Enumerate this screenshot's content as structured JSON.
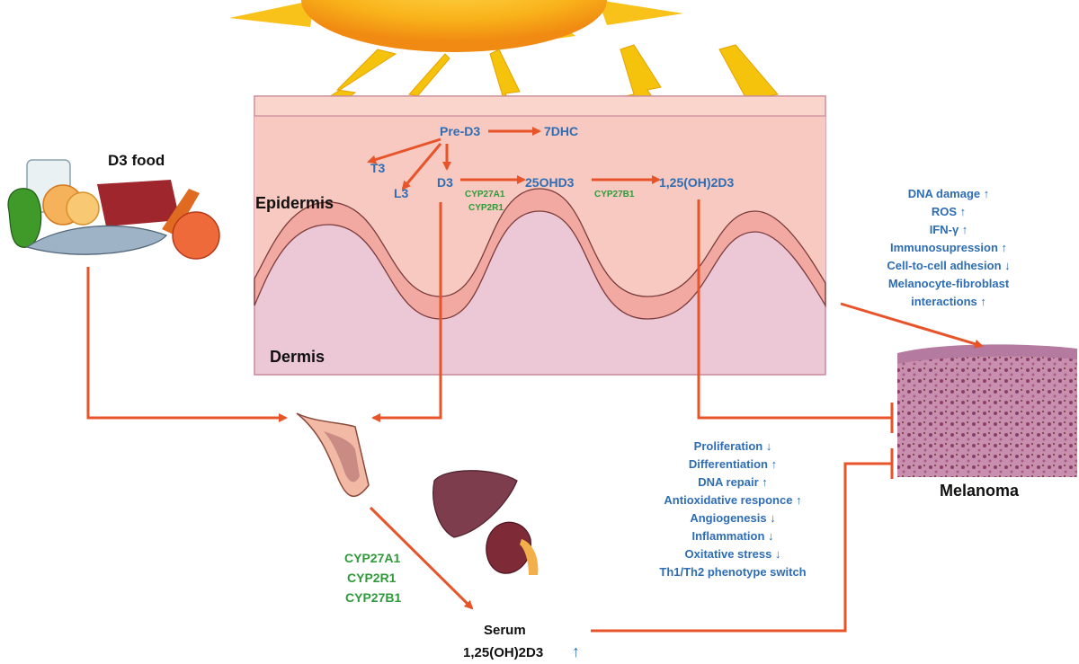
{
  "labels": {
    "food": "D3 food",
    "epidermis": "Epidermis",
    "dermis": "Dermis",
    "melanoma": "Melanoma",
    "serum": "Serum",
    "serum_value": "1,25(OH)2D3",
    "pre_d3": "Pre-D3",
    "seven_dhc": "7DHC",
    "t3": "T3",
    "l3": "L3",
    "d3": "D3",
    "ohd3": "25OHD3",
    "active": "1,25(OH)2D3",
    "enzyme_a": "CYP27A1",
    "enzyme_b": "CYP2R1",
    "enzyme_c": "CYP27B1"
  },
  "serum_enzymes": [
    "CYP27A1",
    "CYP2R1",
    "CYP27B1"
  ],
  "skin_effects": [
    "DNA damage ↑",
    "ROS ↑",
    "IFN-γ ↑",
    "Immunosupression ↑",
    "Cell-to-cell adhesion ↓",
    "Melanocyte-fibroblast",
    "interactions ↑"
  ],
  "tumor_effects": [
    "Proliferation ↓",
    "Differentiation ↑",
    "DNA repair ↑",
    "Antioxidative responce ↑",
    "Angiogenesis ↓",
    "Inflammation ↓",
    "Oxitative stress ↓",
    "Th1/Th2 phenotype switch"
  ],
  "colors": {
    "arrow": "#e8542a",
    "blue_text": "#2e6db4",
    "green_text": "#2f9a3a",
    "skin": "#f7c9c0",
    "dermis": "#ecc7d6",
    "sun": "#f9c21a"
  }
}
